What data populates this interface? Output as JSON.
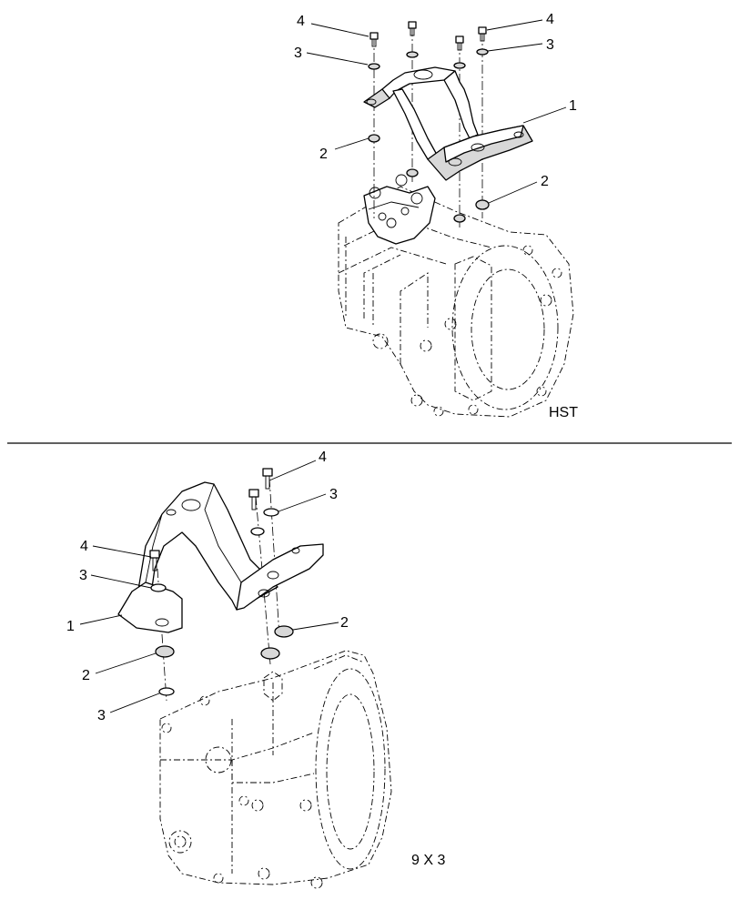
{
  "views": [
    {
      "caption": "HST",
      "callouts": [
        "4",
        "4",
        "3",
        "3",
        "1",
        "2",
        "2"
      ]
    },
    {
      "caption": "9 X 3",
      "callouts": [
        "4",
        "3",
        "4",
        "3",
        "1",
        "2",
        "2",
        "3"
      ]
    }
  ]
}
